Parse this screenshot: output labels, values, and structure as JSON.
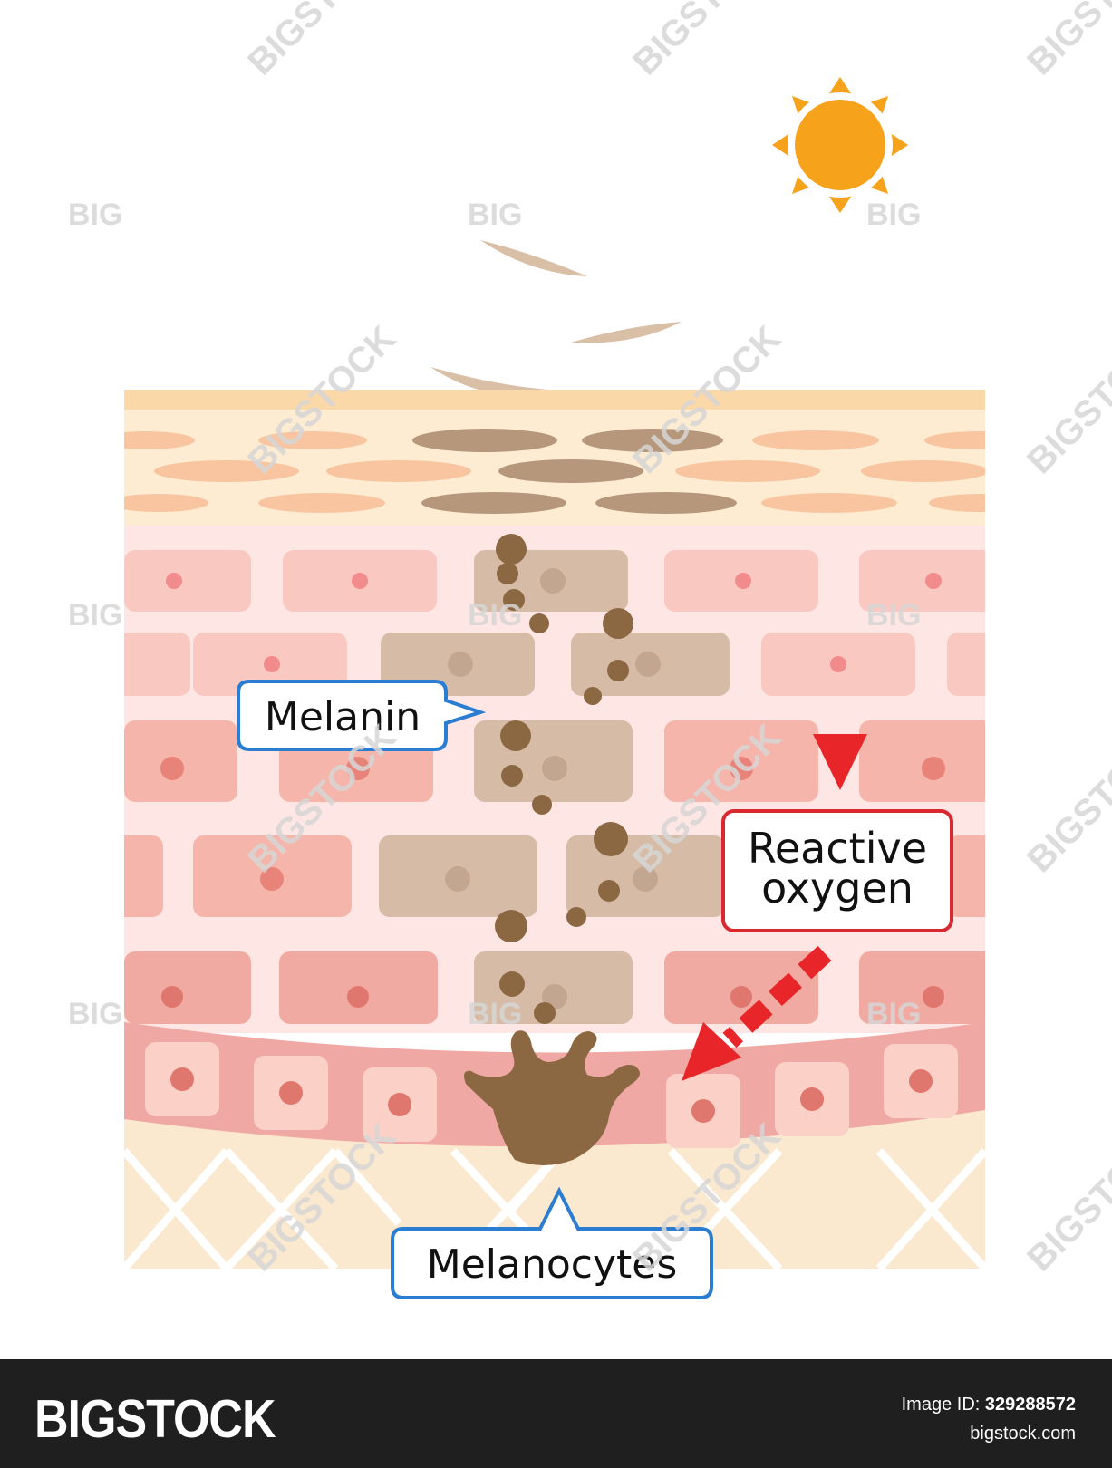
{
  "labels": {
    "melanin": "Melanin",
    "reactive_oxygen_line1": "Reactive",
    "reactive_oxygen_line2": "oxygen",
    "melanocytes": "Melanocytes"
  },
  "watermarks": {
    "big": "BIG",
    "bigstock": "BIGSTOCK"
  },
  "footer": {
    "logo": "BIGSTOCK",
    "image_id_label": "Image ID:",
    "image_id": "329288572",
    "site": "bigstock.com"
  },
  "colors": {
    "sun": "#f7a21b",
    "uv_arrow_top": "#f7941d",
    "uv_arrow_bottom": "#e8262a",
    "melanin_callout_border": "#2a7dd1",
    "reactive_callout_border": "#d9282f",
    "skin_cell": "#f6b8b0",
    "melanin_cell": "#d4b8a3",
    "melanin_dot": "#8b6842"
  },
  "icons": {
    "sun": "sun-icon",
    "melanocyte": "melanocyte-cell-icon"
  }
}
